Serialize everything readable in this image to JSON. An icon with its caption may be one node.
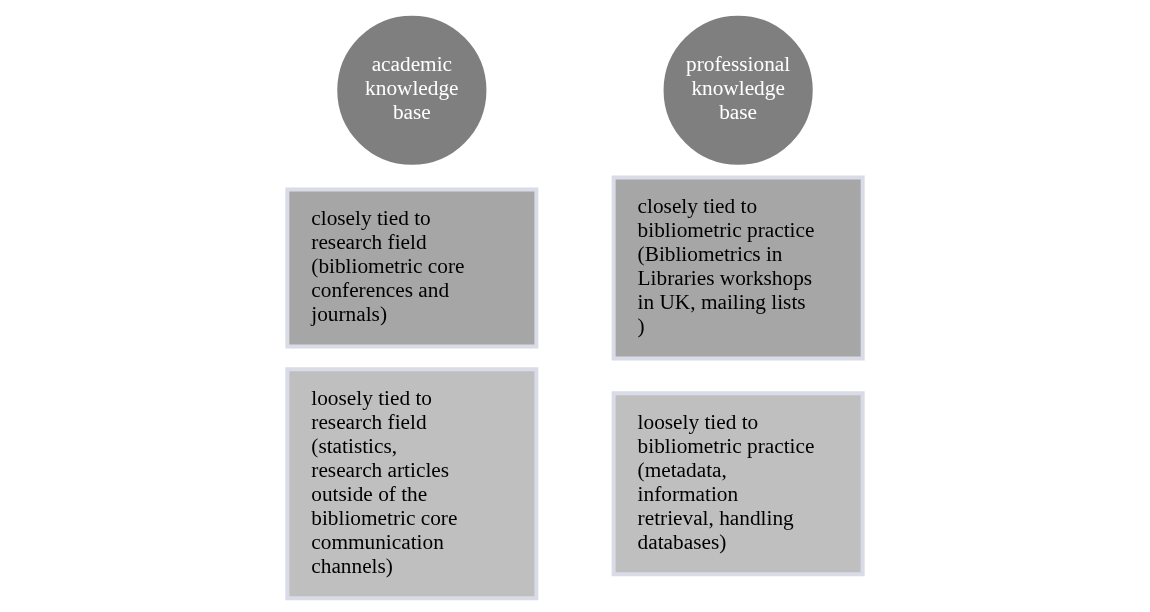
{
  "diagram": {
    "nodes": [
      {
        "text": [
          "academic knowledge base"
        ]
      },
      {
        "text": [
          "closely tied to research field (bibliometric core conferences and journals)"
        ]
      },
      {
        "text": [
          "loosely tied to research field (statistics, research articles outside of the bibliometric core communication channels)"
        ]
      },
      {
        "text": [
          "professional knowledge base"
        ]
      },
      {
        "text": [
          "closely tied to bibliometric practice (Bibliometrics in Libraries workshops in UK, mailing lists )"
        ]
      },
      {
        "text": [
          "loosely tied to bibliometric practice (metadata, information retrieval, handling databases)"
        ]
      }
    ]
  }
}
